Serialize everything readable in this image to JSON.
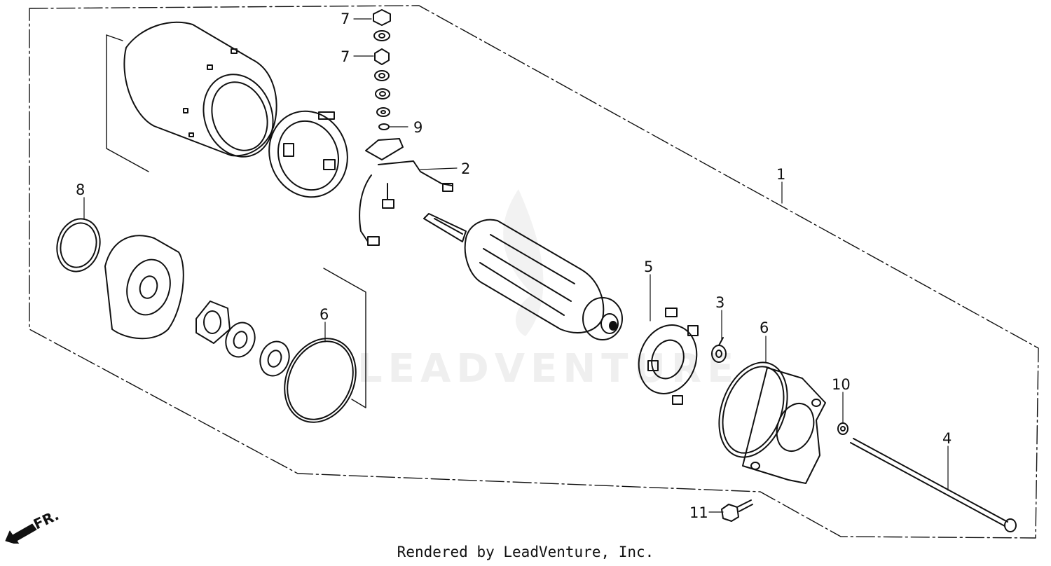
{
  "diagram": {
    "watermark": "LEADVENTURE",
    "direction_label": "FR.",
    "callouts": [
      "7",
      "7",
      "9",
      "2",
      "1",
      "8",
      "5",
      "3",
      "6",
      "6",
      "10",
      "4",
      "11"
    ]
  },
  "footer": {
    "text": "Rendered by LeadVenture, Inc."
  }
}
